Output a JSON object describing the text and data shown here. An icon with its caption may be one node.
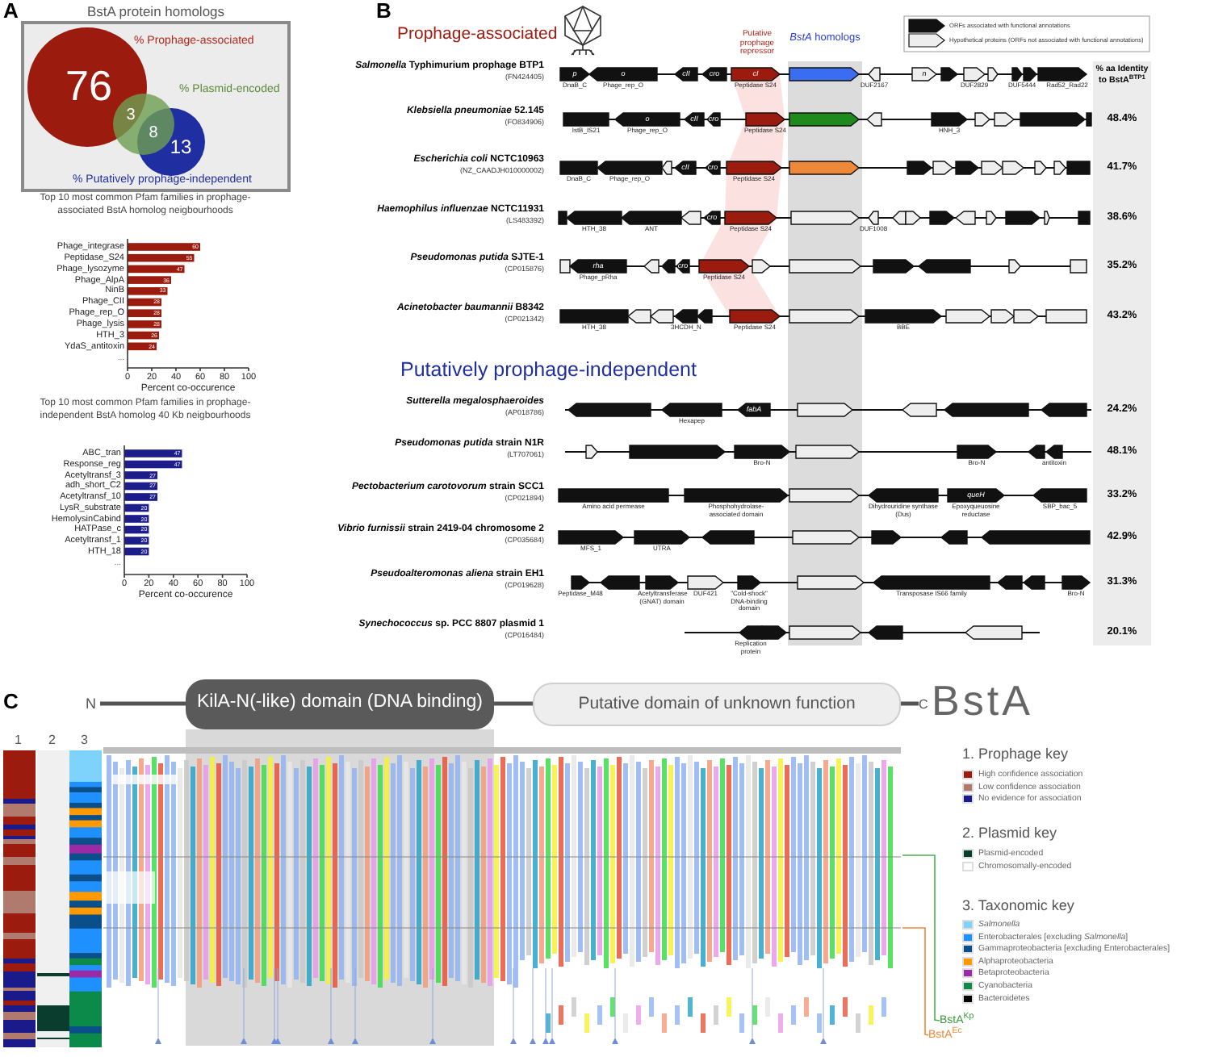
{
  "diagram": {
    "nodes": [
      {
        "text": [
          "BstA protein homologs",
          "% Prophage-associated",
          "% Plasmid-encoded",
          "% Putatively prophage-independent"
        ]
      },
      {
        "text": [
          "76"
        ],
        "in": 0
      },
      {
        "text": [
          "3",
          "8"
        ],
        "in": 0
      },
      {
        "text": [
          "13"
        ],
        "in": 0
      },
      {
        "text": [
          "KilA-N(-like) domain (DNA binding)"
        ]
      },
      {
        "text": [
          "Putative domain of unknown function"
        ]
      },
      {
        "text": [
          "BstA$^{Kp}$"
        ]
      },
      {
        "text": [
          "BstA$^{Ec}$"
        ]
      }
    ],
    "edges": [
      {
        "from": 6,
        "to": null,
        "arrow": "none",
        "color": "#4caf50"
      },
      {
        "from": 7,
        "to": null,
        "arrow": "none",
        "color": "#f0883a"
      }
    ],
    "labels": [
      "A",
      "...",
      "...",
      "B",
      "Prophage-associated",
      "Putative prophage repressor",
      "*BstA* homologs",
      "% aa Identity to BstA$^{BTP1}$",
      "Putatively prophage-independent",
      "*Salmonella* Typhimurium prophage BTP1",
      "(FN424405)",
      "p",
      "DnaB_C",
      "o",
      "Phage_rep_O",
      "cII",
      "cro",
      "cI",
      "Peptidase S24",
      "DUF2167",
      "n",
      "DUF2829",
      "DUF5444",
      "Rad52_Rad22",
      "*Klebsiella pneumoniae* 52.145",
      "(FO834906)",
      "IstB_IS21",
      "o",
      "Phage_rep_O",
      "cII",
      "cro",
      "Peptidase S24",
      "HNH_3",
      "48.4%",
      "*Escherichia coli* NCTC10963",
      "(NZ_CAADJH010000002)",
      "DnaB_C",
      "Phage_rep_O",
      "cII",
      "cro",
      "Peptidase S24",
      "41.7%",
      "*Haemophilus influenzae* NCTC11931",
      "(LS483392)",
      "HTH_38",
      "ANT",
      "cro",
      "Peptidase S24",
      "DUF1008",
      "38.6%",
      "*Pseudomonas putida* SJTE-1",
      "(CP015876)",
      "rha",
      "Phage_pRha",
      "cro",
      "Peptidase S24",
      "35.2%",
      "*Acinetobacter baumannii* B8342",
      "(CP021342)",
      "HTH_38",
      "3HCDH_N",
      "Peptidase S24",
      "BBE",
      "43.2%",
      "*Sutterella megalosphaeroides*",
      "(AP018786)",
      "Hexapep",
      "fabA",
      "24.2%",
      "*Pseudomonas putida* strain N1R",
      "(LT707061)",
      "Bro-N",
      "Bro-N",
      "antitoxin",
      "48.1%",
      "*Pectobacterium carotovorum* strain SCC1",
      "(CP021894)",
      "Amino acid permease",
      "Phosphohydrolase-associated domain",
      "Dihydrouridine synthase (Dus)",
      "queH",
      "Epoxyqueuosine reductase",
      "SBP_bac_5",
      "33.2%",
      "*Vibrio furnissii* strain 2419-04 chromosome 2",
      "(CP035684)",
      "MFS_1",
      "UTRA",
      "42.9%",
      "*Pseudoalteromonas aliena* strain EH1",
      "(CP019628)",
      "Peptidase_M48",
      "Acetyltransferase (GNAT) domain",
      "DUF421",
      "\"Cold-shock\" DNA-binding domain",
      "Transposase IS66 family",
      "Bro-N",
      "31.3%",
      "*Synechococcus* sp. PCC 8807 plasmid 1",
      "(CP016484)",
      "Replication protein",
      "20.1%",
      "C",
      "N",
      "C",
      "BstA",
      "1",
      "2",
      "3",
      "1. Prophage key",
      "2. Plasmid key",
      "3. Taxonomic key"
    ],
    "legend": [
      {
        "text": "ORFs associated with functional annotations"
      },
      {
        "text": "Hypothetical proteins (ORFs not associated with functional annotations)"
      },
      {
        "text": "High confidence association",
        "color": "#9b1c0e"
      },
      {
        "text": "Low confidence association",
        "color": "#b07a6e"
      },
      {
        "text": "No evidence for association",
        "color": "#1a1a8a"
      },
      {
        "text": "Plasmid-encoded",
        "color": "#0b3d2e"
      },
      {
        "text": "Chromosomally-encoded",
        "color": "#ffffff"
      },
      {
        "text": "*Salmonella*",
        "color": "#7dd3fc"
      },
      {
        "text": "Enterobacterales [excluding *Salmonella*]",
        "color": "#1e90ff"
      },
      {
        "text": "Gammaproteobacteria [excluding Enterobacterales]",
        "color": "#0b4f8a"
      },
      {
        "text": "Alphaproteobacteria",
        "color": "#ff9900"
      },
      {
        "text": "Betaproteobacteria",
        "color": "#9b2aa6"
      },
      {
        "text": "Cyanobacteria",
        "color": "#0b8a4a"
      },
      {
        "text": "Bacteroidetes",
        "color": "#000000"
      }
    ],
    "chart_data": [
      {
        "type": "bar",
        "orientation": "horizontal",
        "title": "Top 10 most common Pfam families in prophage-associated BstA homolog neigbourhoods",
        "xlabel": "Percent co-occurence",
        "categories": [
          "Phage_integrase",
          "Peptidase_S24",
          "Phage_lysozyme",
          "Phage_AlpA",
          "NinB",
          "Phage_CII",
          "Phage_rep_O",
          "Phage_lysis",
          "HTH_3",
          "YdaS_antitoxin"
        ],
        "series": [
          {
            "color": "#9b1c0e",
            "values": [
              60,
              55,
              47,
              36,
              33,
              28,
              28,
              28,
              26,
              24
            ]
          }
        ],
        "xlim": [
          0,
          100
        ],
        "xticks": [
          0,
          20,
          40,
          60,
          80,
          100
        ],
        "data_labels": true
      },
      {
        "type": "bar",
        "orientation": "horizontal",
        "title": "Top 10 most common Pfam families in prophage-independent BstA homolog 40 Kb neigbourhoods",
        "xlabel": "Percent co-occurence",
        "categories": [
          "ABC_tran",
          "Response_reg",
          "Acetyltransf_3",
          "adh_short_C2",
          "Acetyltransf_10",
          "LysR_substrate",
          "HemolysinCabind",
          "HATPase_c",
          "Acetyltransf_1",
          "HTH_18"
        ],
        "series": [
          {
            "color": "#1c1c8a",
            "values": [
              47,
              47,
              27,
              27,
              27,
              20,
              20,
              20,
              20,
              20
            ]
          }
        ],
        "xlim": [
          0,
          100
        ],
        "xticks": [
          0,
          20,
          40,
          60,
          80,
          100
        ],
        "data_labels": true
      }
    ]
  }
}
